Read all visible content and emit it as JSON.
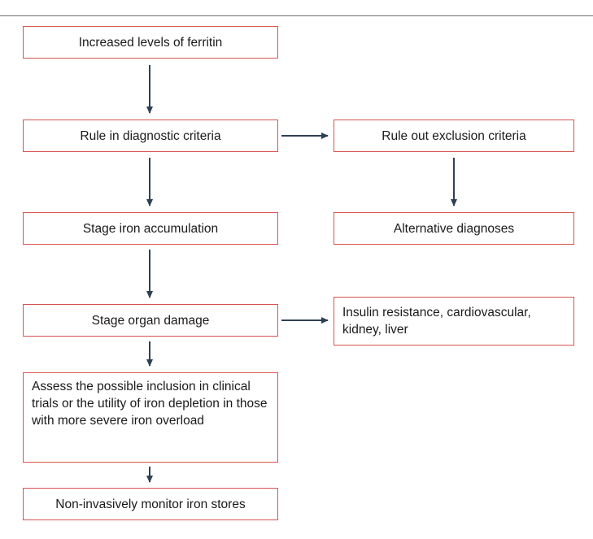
{
  "colors": {
    "box_border": "#d9534f",
    "arrow": "#2f3f56",
    "rule": "#6e6e6e"
  },
  "boxes": {
    "ferritin": "Increased levels of ferritin",
    "diagnostic": "Rule in diagnostic criteria",
    "exclusion": "Rule out exclusion criteria",
    "accumulation": "Stage iron accumulation",
    "alternative": "Alternative diagnoses",
    "organ_damage": "Stage organ damage",
    "insulin": "Insulin resistance, cardiovascular, kidney, liver",
    "assess": "Assess the possible inclusion in clinical trials or the utility of iron depletion in those with more severe iron overload",
    "monitor": "Non-invasively monitor iron stores"
  }
}
